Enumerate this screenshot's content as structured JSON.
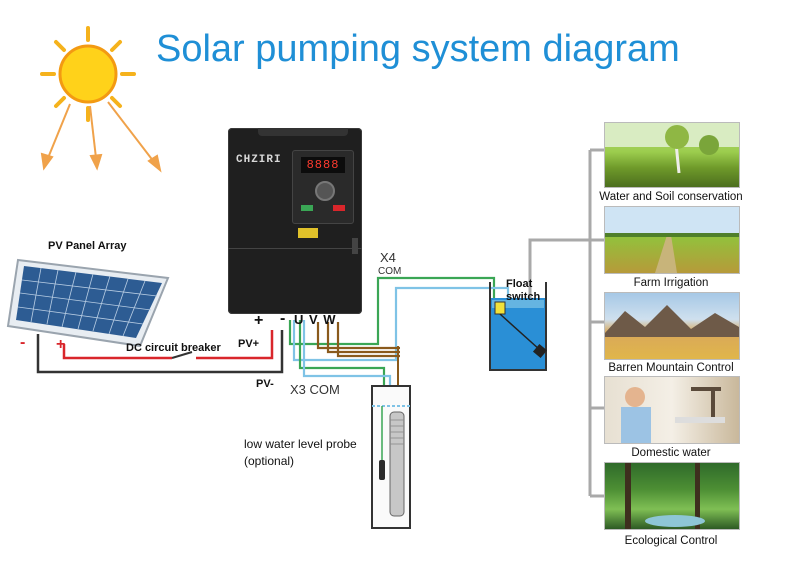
{
  "title": "Solar pumping system diagram",
  "labels": {
    "pv_array": "PV Panel Array",
    "minus": "-",
    "plus": "+",
    "dc_breaker": "DC circuit breaker",
    "pv_plus": "PV+",
    "pv_minus": "PV-",
    "terminal_plus": "+",
    "terminal_minus": "-",
    "terminal_uvw": "U V W",
    "x4": "X4",
    "x4_com": "COM",
    "x3_com": "X3 COM",
    "float_switch_1": "Float",
    "float_switch_2": "switch",
    "probe_line1": "low water level probe",
    "probe_line2": "(optional)"
  },
  "inverter": {
    "brand": "CHZIRI",
    "display": "8888"
  },
  "applications": [
    {
      "name": "Water and Soil conservation",
      "icon": "meadow-image"
    },
    {
      "name": "Farm Irrigation",
      "icon": "field-road-image"
    },
    {
      "name": "Barren Mountain Control",
      "icon": "mountain-image"
    },
    {
      "name": "Domestic water",
      "icon": "tap-image"
    },
    {
      "name": "Ecological Control",
      "icon": "forest-image"
    }
  ],
  "colors": {
    "title": "#1f8fd6",
    "wire_red": "#d9262b",
    "wire_green": "#3aa655",
    "wire_brown": "#8a5a1c",
    "wire_blue": "#7fc3e6",
    "wire_gray": "#a9a9a9",
    "sun": "#f5b21c"
  }
}
